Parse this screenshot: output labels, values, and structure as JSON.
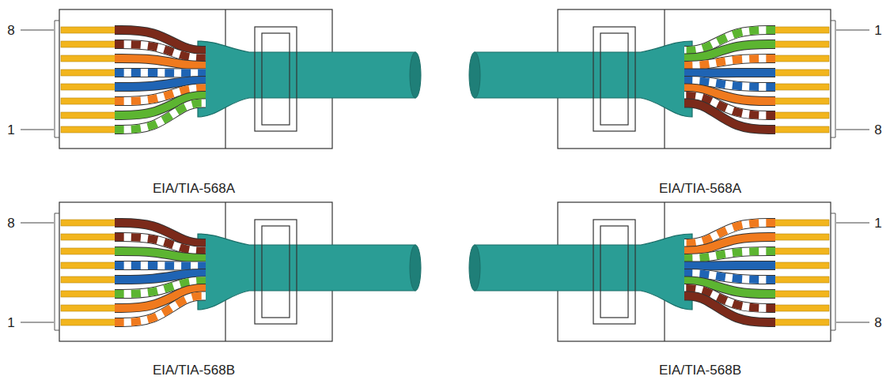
{
  "diagram": {
    "labels": [
      "8",
      "1",
      "1",
      "8",
      "EIA/TIA-568A",
      "EIA/TIA-568A",
      "8",
      "1",
      "1",
      "8",
      "EIA/TIA-568B",
      "EIA/TIA-568B"
    ]
  }
}
